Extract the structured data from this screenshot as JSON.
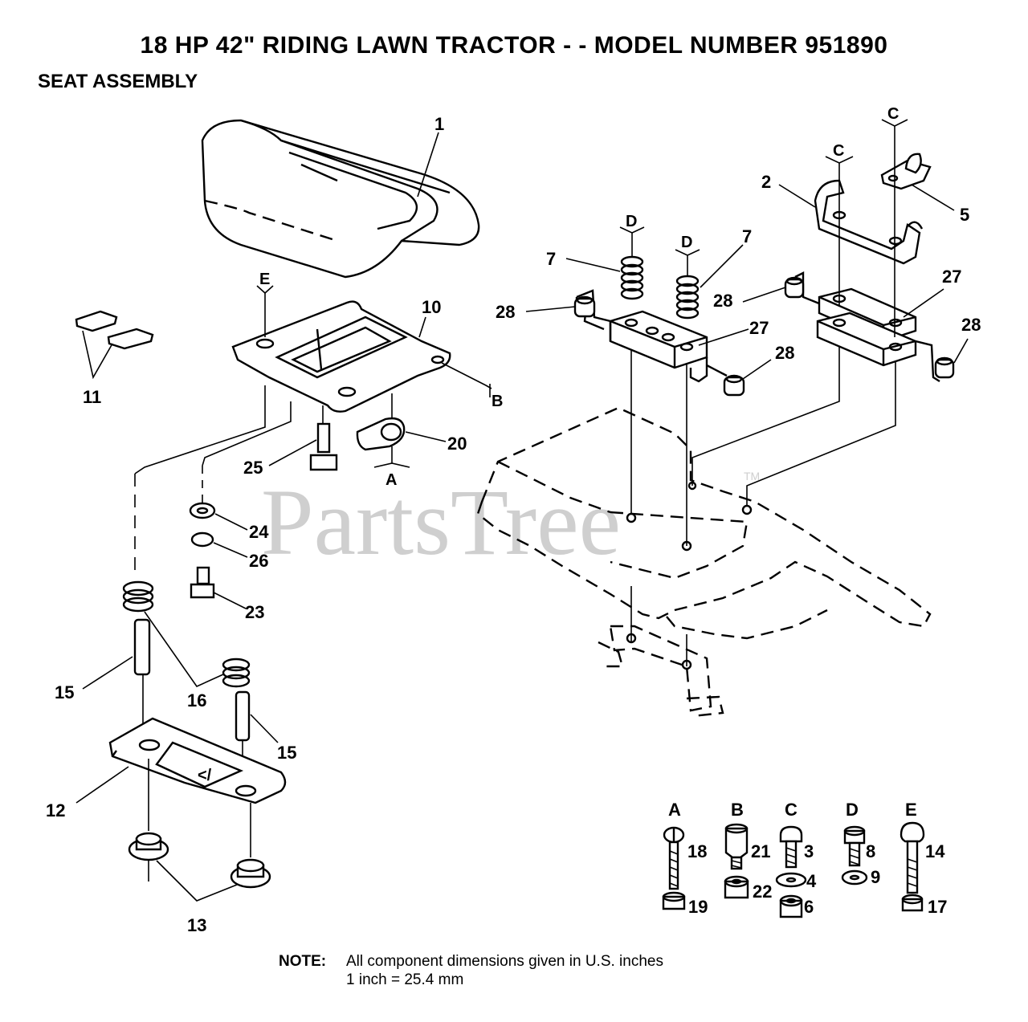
{
  "title": "18 HP 42\" RIDING LAWN TRACTOR - - MODEL NUMBER 951890",
  "section": "SEAT ASSEMBLY",
  "watermark": "PartsTree",
  "watermark_tm": "TM",
  "parts": {
    "p1": "1",
    "p2": "2",
    "p5": "5",
    "p7a": "7",
    "p7b": "7",
    "p10": "10",
    "p11": "11",
    "p12": "12",
    "p13": "13",
    "p15a": "15",
    "p15b": "15",
    "p16": "16",
    "p20": "20",
    "p23": "23",
    "p24": "24",
    "p25": "25",
    "p26": "26",
    "p27a": "27",
    "p27b": "27",
    "p28a": "28",
    "p28b": "28",
    "p28c": "28",
    "p28d": "28"
  },
  "refs": {
    "A1": "A",
    "B1": "B",
    "C1": "C",
    "C2": "C",
    "D1": "D",
    "D2": "D",
    "E1": "E"
  },
  "hardware": {
    "groups": [
      "A",
      "B",
      "C",
      "D",
      "E"
    ],
    "items": [
      "18",
      "19",
      "21",
      "22",
      "3",
      "4",
      "6",
      "8",
      "9",
      "14",
      "17"
    ]
  },
  "note": {
    "label": "NOTE:",
    "line1": "All component dimensions given in U.S. inches",
    "line2": "1 inch = 25.4 mm"
  }
}
